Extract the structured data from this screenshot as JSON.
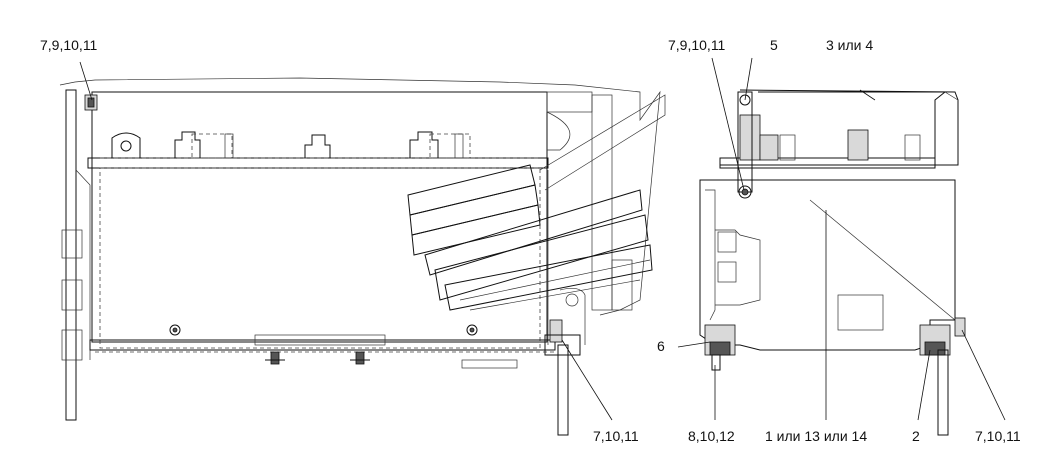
{
  "callouts": {
    "left_top": "7,9,10,11",
    "left_bottom": "7,10,11",
    "right_top_a": "7,9,10,11",
    "right_top_b": "5",
    "right_top_c": "3 или 4",
    "right_left": "6",
    "right_bottom_a": "8,10,12",
    "right_bottom_b": "1 или 13 или 14",
    "right_bottom_c": "2",
    "right_bottom_d": "7,10,11"
  }
}
